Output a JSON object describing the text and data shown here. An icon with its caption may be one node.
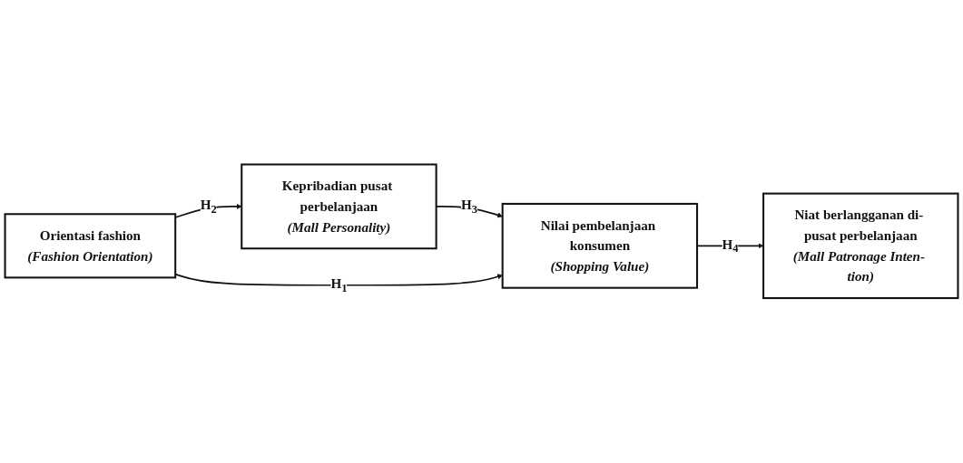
{
  "diagram": {
    "nodes": [
      {
        "text": [
          "Kepribadian pusat perbelanjaan",
          "(Mall Personality)"
        ]
      },
      {
        "text": [
          "Orientasi fashion",
          "(Fashion Orientation)"
        ]
      },
      {
        "text": [
          "Nilai pembelanjaan konsumen",
          "(Shopping Value)"
        ]
      },
      {
        "text": [
          "Niat berlangganan di- pusat perbelanjaan",
          "(Mall Patronage Inten- tion)"
        ]
      }
    ],
    "edges": [
      {
        "from": 1,
        "to": 0,
        "arrow": "to",
        "label": "H$_{2}$"
      },
      {
        "from": 0,
        "to": 2,
        "arrow": "to",
        "label": "H$_{3}$"
      },
      {
        "from": 1,
        "to": 2,
        "arrow": "to",
        "label": "H$_{1}$"
      },
      {
        "from": 2,
        "to": 3,
        "arrow": "to",
        "label": "H$_{4}$"
      }
    ]
  }
}
